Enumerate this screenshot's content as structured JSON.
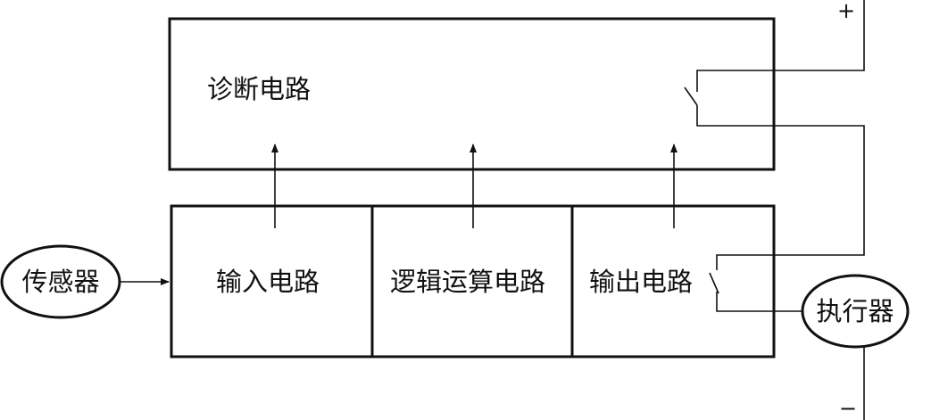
{
  "diagnostic_circuit": {
    "label": "诊断电路"
  },
  "input_circuit": {
    "label": "输入电路"
  },
  "logic_circuit": {
    "label": "逻辑运算电路"
  },
  "output_circuit": {
    "label": "输出电路"
  },
  "sensor": {
    "label": "传感器"
  },
  "actuator": {
    "label": "执行器"
  },
  "power": {
    "positive": "+",
    "negative": "−"
  }
}
